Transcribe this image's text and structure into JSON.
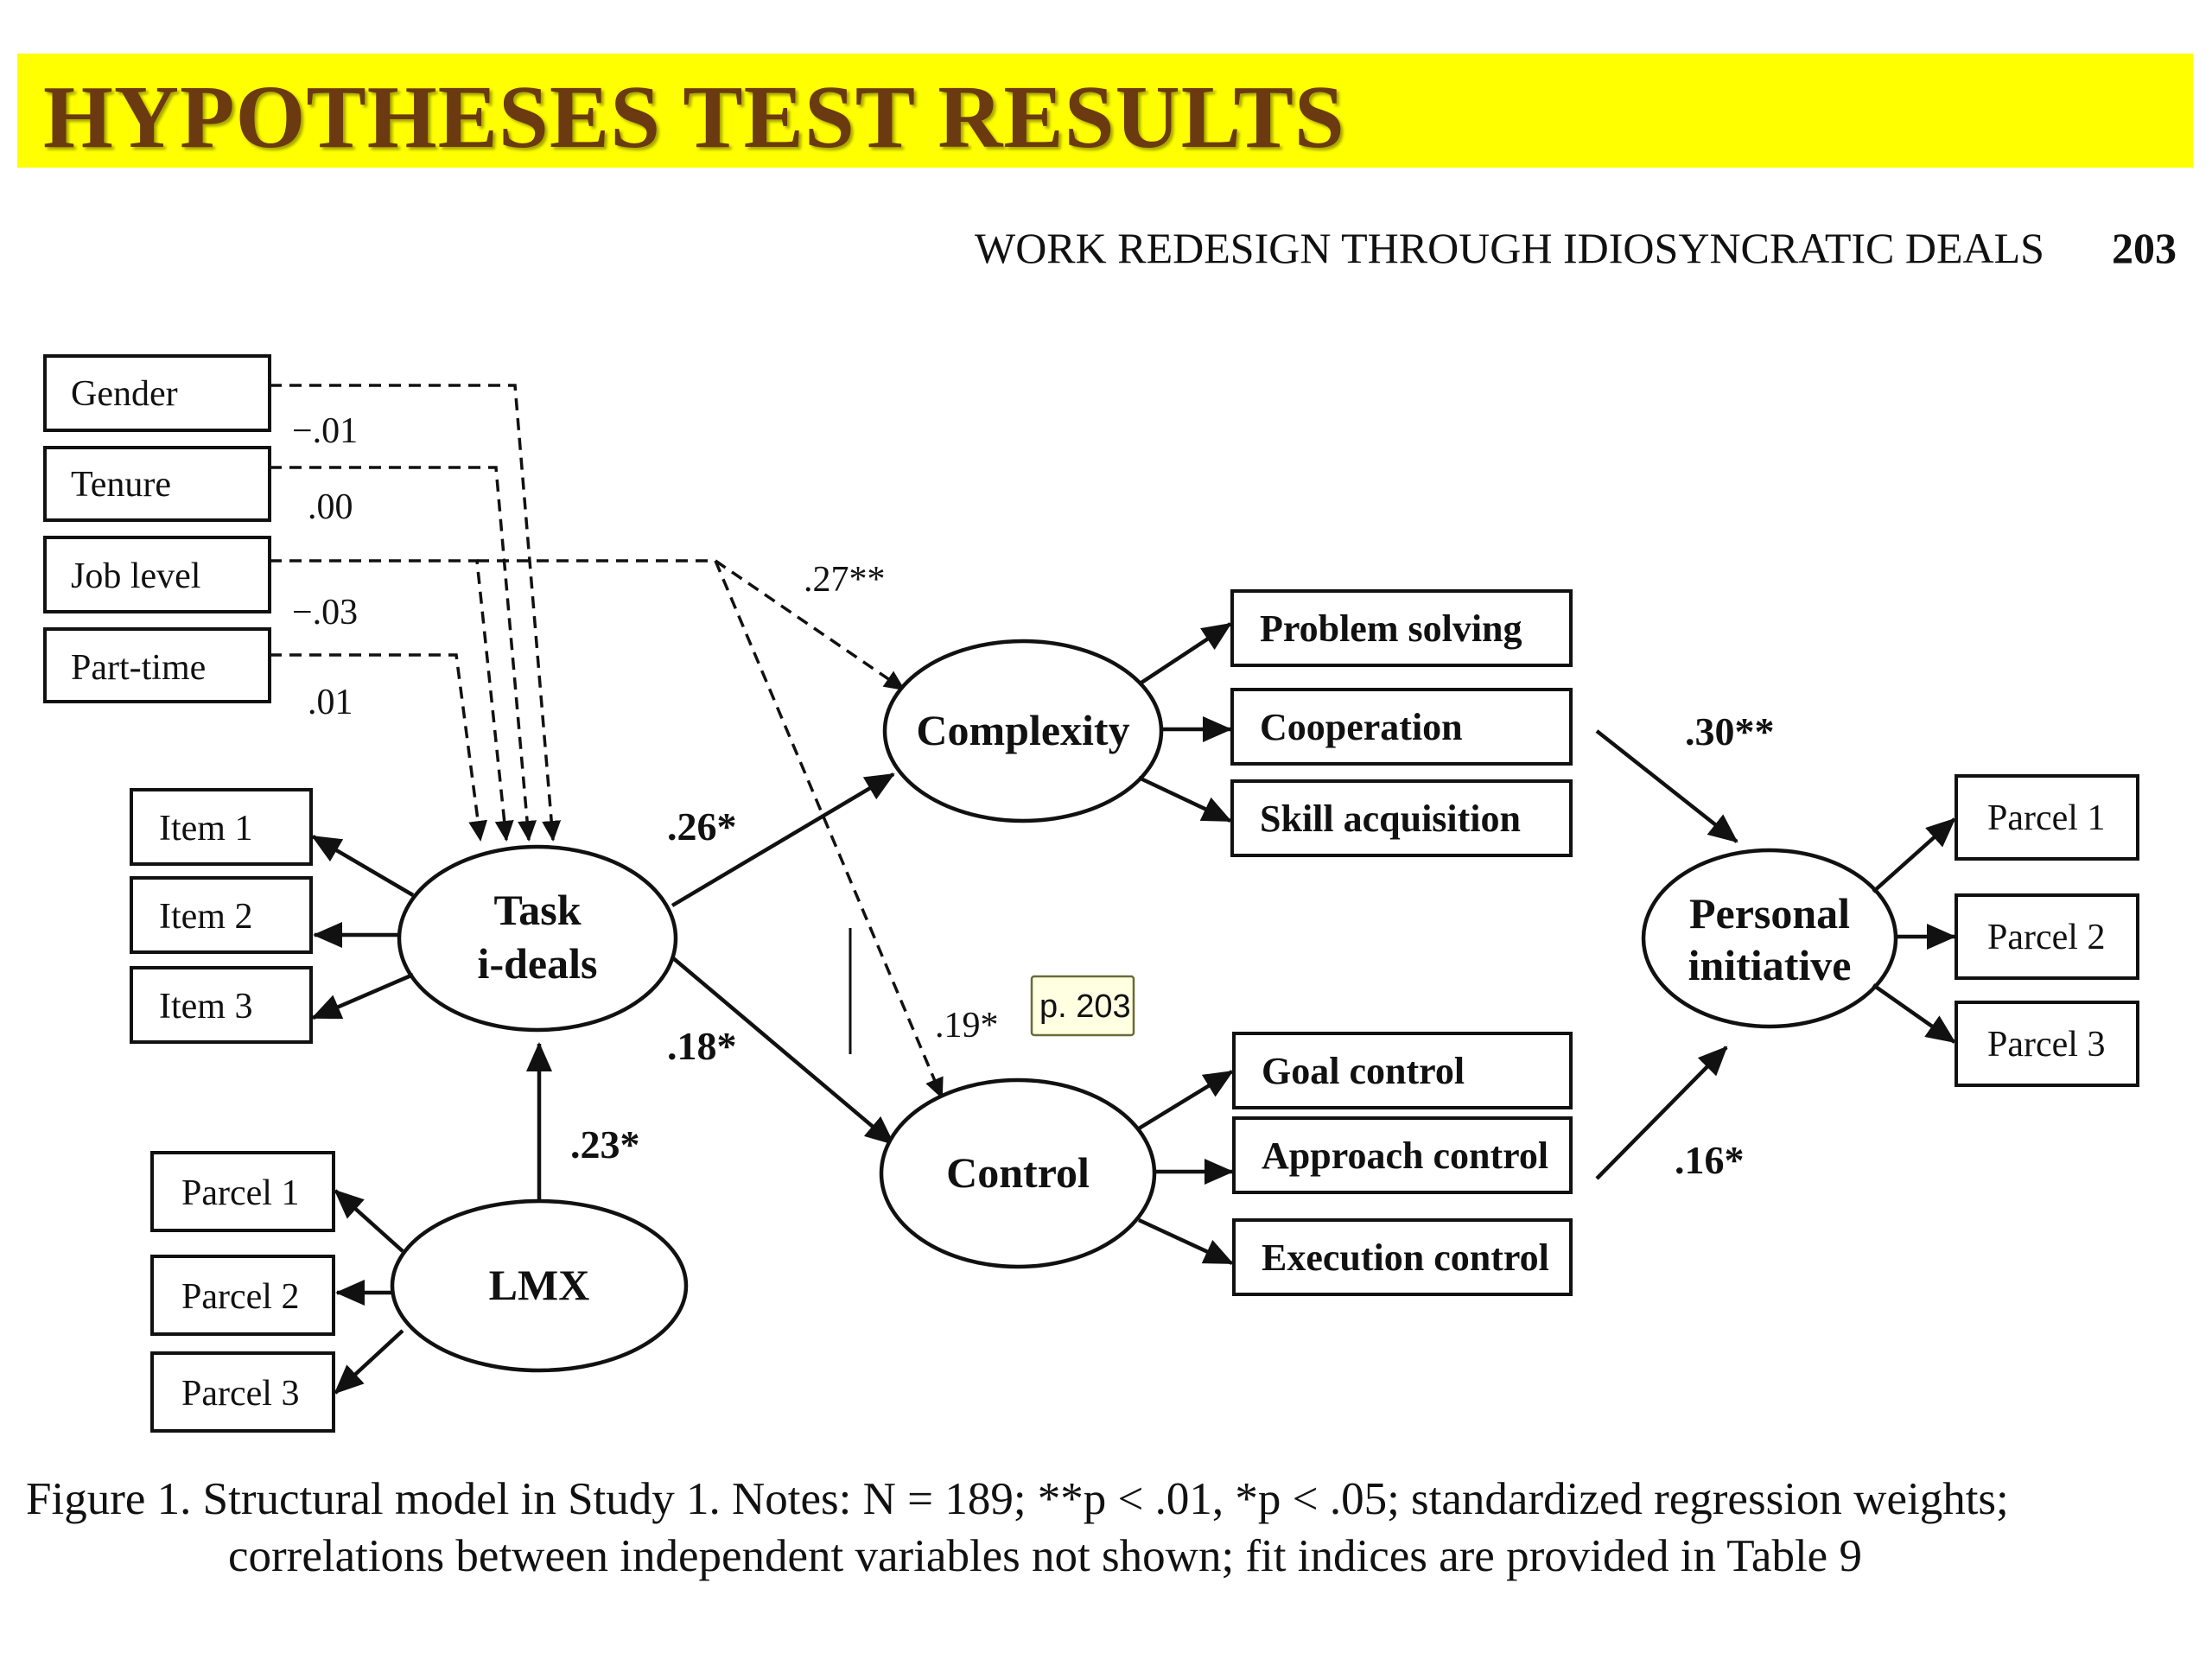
{
  "slide": {
    "title": "HYPOTHESES TEST RESULTS"
  },
  "header": {
    "running_head": "WORK REDESIGN THROUGH IDIOSYNCRATIC DEALS",
    "page_number": "203"
  },
  "diagram": {
    "controls": [
      {
        "label": "Gender",
        "coef": "−.01"
      },
      {
        "label": "Tenure",
        "coef": ".00"
      },
      {
        "label": "Job level",
        "coef": "−.03"
      },
      {
        "label": "Part-time",
        "coef": ".01"
      }
    ],
    "constructs": {
      "task_ideals": {
        "line1": "Task",
        "line2": "i-deals"
      },
      "lmx": "LMX",
      "complexity": "Complexity",
      "control": "Control",
      "personal_initiative": {
        "line1": "Personal",
        "line2": "initiative"
      }
    },
    "indicators": {
      "task_ideals": [
        "Item 1",
        "Item 2",
        "Item 3"
      ],
      "lmx": [
        "Parcel 1",
        "Parcel 2",
        "Parcel 3"
      ],
      "complexity": [
        "Problem solving",
        "Cooperation",
        "Skill acquisition"
      ],
      "control": [
        "Goal control",
        "Approach control",
        "Execution control"
      ],
      "personal_initiative": [
        "Parcel 1",
        "Parcel 2",
        "Parcel 3"
      ]
    },
    "paths": {
      "lmx_to_task_ideals": ".23*",
      "task_ideals_to_complexity": ".26*",
      "task_ideals_to_control": ".18*",
      "joblevel_to_complexity": ".27**",
      "joblevel_to_control": ".19*",
      "complexity_to_personal_initiative": ".30**",
      "control_to_personal_initiative": ".16*"
    },
    "tooltip": "p. 203"
  },
  "caption": {
    "line1": "Figure 1. Structural model in Study 1. Notes: N = 189; **p < .01, *p < .05; standardized regression weights;",
    "line2": "correlations between independent variables not shown; fit indices are provided in Table 9"
  }
}
